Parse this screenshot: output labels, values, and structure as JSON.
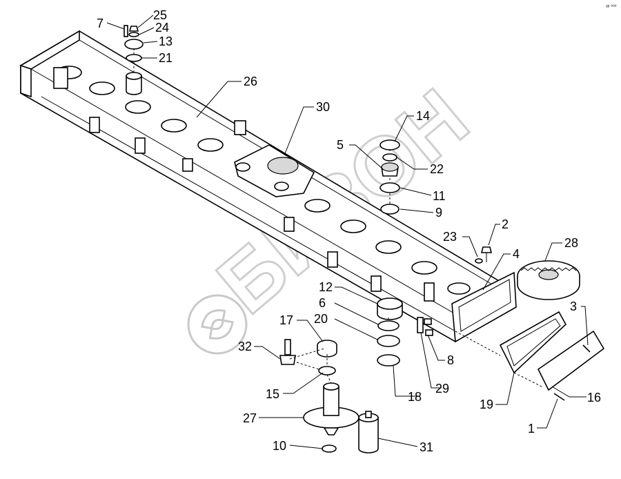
{
  "diagram": {
    "corner_mark": "ᵃᵇ ⁰⁰⁰",
    "watermark_text": "БИЗОН",
    "labels": [
      {
        "id": "25",
        "text": "25"
      },
      {
        "id": "7",
        "text": "7"
      },
      {
        "id": "24",
        "text": "24"
      },
      {
        "id": "13",
        "text": "13"
      },
      {
        "id": "21",
        "text": "21"
      },
      {
        "id": "26",
        "text": "26"
      },
      {
        "id": "30",
        "text": "30"
      },
      {
        "id": "14",
        "text": "14"
      },
      {
        "id": "5",
        "text": "5"
      },
      {
        "id": "22",
        "text": "22"
      },
      {
        "id": "11",
        "text": "11"
      },
      {
        "id": "9",
        "text": "9"
      },
      {
        "id": "2",
        "text": "2"
      },
      {
        "id": "23",
        "text": "23"
      },
      {
        "id": "28",
        "text": "28"
      },
      {
        "id": "4",
        "text": "4"
      },
      {
        "id": "12",
        "text": "12"
      },
      {
        "id": "6",
        "text": "6"
      },
      {
        "id": "20",
        "text": "20"
      },
      {
        "id": "17",
        "text": "17"
      },
      {
        "id": "3",
        "text": "3"
      },
      {
        "id": "32",
        "text": "32"
      },
      {
        "id": "8",
        "text": "8"
      },
      {
        "id": "15",
        "text": "15"
      },
      {
        "id": "18",
        "text": "18"
      },
      {
        "id": "29",
        "text": "29"
      },
      {
        "id": "19",
        "text": "19"
      },
      {
        "id": "16",
        "text": "16"
      },
      {
        "id": "27",
        "text": "27"
      },
      {
        "id": "1",
        "text": "1"
      },
      {
        "id": "10",
        "text": "10"
      },
      {
        "id": "31",
        "text": "31"
      }
    ]
  }
}
